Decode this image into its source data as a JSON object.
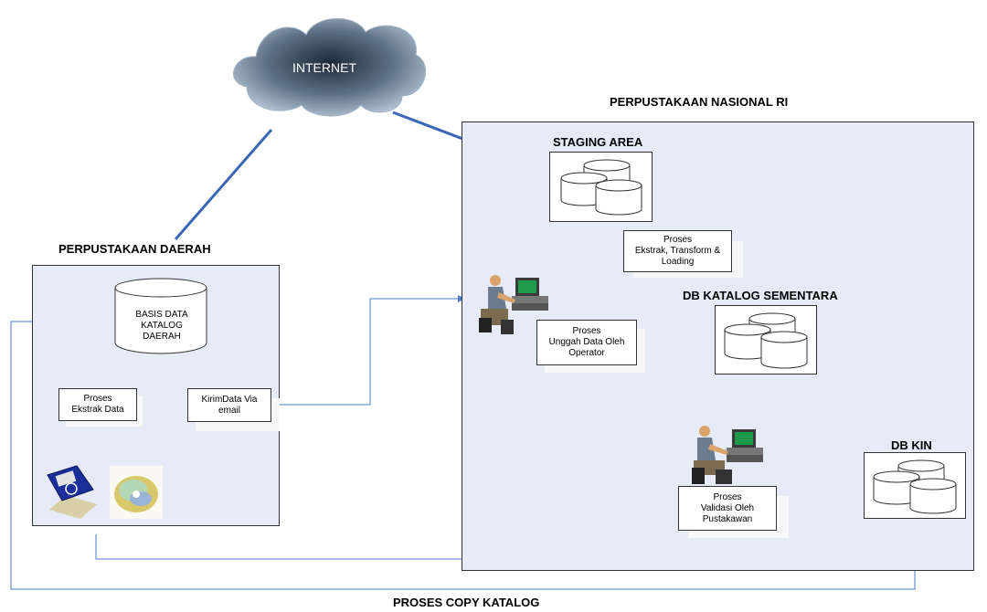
{
  "cloud": {
    "label": "INTERNET"
  },
  "regions": {
    "daerah": {
      "title": "PERPUSTAKAAN DAERAH"
    },
    "nasional": {
      "title": "PERPUSTAKAAN NASIONAL RI"
    }
  },
  "daerah_nodes": {
    "db": {
      "line1": "BASIS DATA",
      "line2": "KATALOG",
      "line3": "DAERAH"
    },
    "ekstrak": {
      "line1": "Proses",
      "line2": "Ekstrak Data"
    },
    "email": {
      "line1": "KirimData Via",
      "line2": "email"
    },
    "icons": [
      "floppy-disk-icon",
      "cd-disc-icon"
    ]
  },
  "nasional_nodes": {
    "staging": {
      "title": "STAGING AREA"
    },
    "etl": {
      "line1": "Proses",
      "line2": "Ekstrak, Transform &",
      "line3": "Loading"
    },
    "db_sementara": {
      "title": "DB KATALOG SEMENTARA"
    },
    "unggah": {
      "line1": "Proses",
      "line2": "Unggah Data Oleh",
      "line3": "Operator"
    },
    "validasi": {
      "line1": "Proses",
      "line2": "Validasi Oleh",
      "line3": "Pustakawan"
    },
    "db_kin": {
      "title": "DB KIN"
    },
    "icons": [
      "operator-computer-icon",
      "librarian-computer-icon"
    ]
  },
  "footer": {
    "label": "PROSES COPY KATALOG"
  },
  "colors": {
    "panel": "#e6ebf7",
    "arrow": "#4a7cc7",
    "link": "#3a66b8",
    "cloud": "#8a9cb0"
  }
}
